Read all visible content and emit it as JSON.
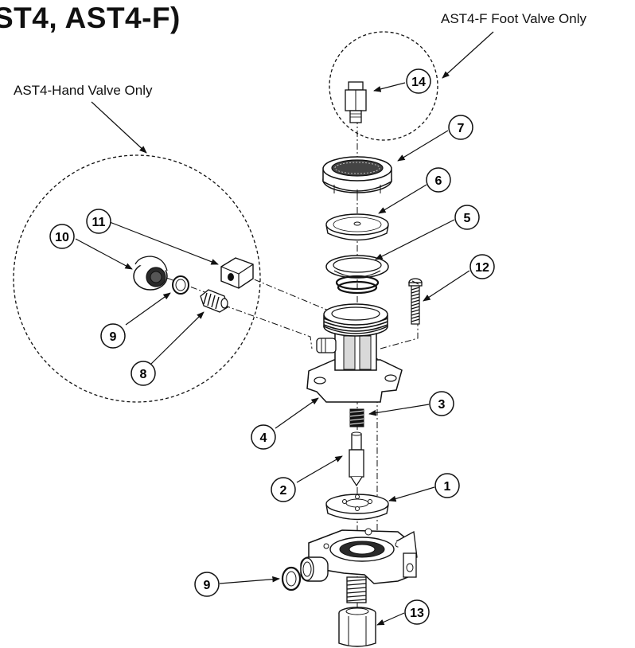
{
  "page": {
    "title": "ST4, AST4-F)"
  },
  "callouts": {
    "foot_valve": "AST4-F Foot Valve Only",
    "hand_valve": "AST4-Hand Valve Only"
  },
  "part_numbers": {
    "p1": "1",
    "p2": "2",
    "p3": "3",
    "p4": "4",
    "p5": "5",
    "p6": "6",
    "p7": "7",
    "p8": "8",
    "p9_top": "9",
    "p9_bottom": "9",
    "p10": "10",
    "p11": "11",
    "p12": "12",
    "p13": "13",
    "p14": "14"
  },
  "colors": {
    "ink": "#111111",
    "part_fill": "#ffffff",
    "shade": "#d9d9d9",
    "dark": "#2a2a2a"
  }
}
